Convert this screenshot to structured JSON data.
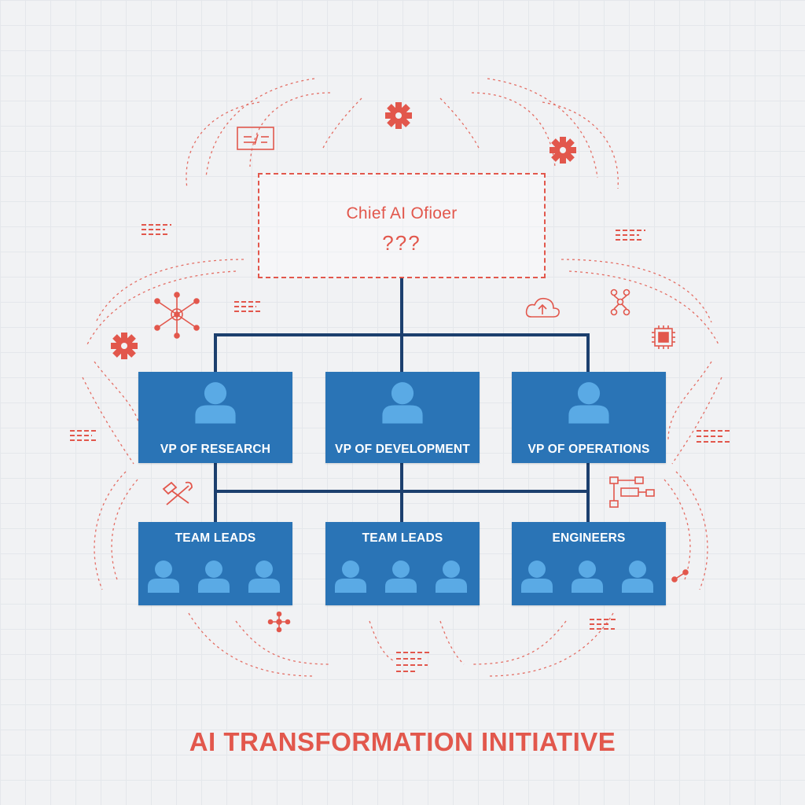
{
  "colors": {
    "accent": "#e2574c",
    "box_fill": "#2a74b6",
    "person_fill": "#5aaae5",
    "connector": "#1c3f6e",
    "background": "#f1f2f4"
  },
  "top_box": {
    "title": "Chief AI Ofioer",
    "question": "???"
  },
  "vp_boxes": [
    {
      "label": "VP OF RESEARCH"
    },
    {
      "label": "VP OF DEVELOPMENT"
    },
    {
      "label": "VP OF OPERATIONS"
    }
  ],
  "team_boxes": [
    {
      "label": "TEAM LEADS"
    },
    {
      "label": "TEAM LEADS"
    },
    {
      "label": "ENGINEERS"
    }
  ],
  "decor_icons": [
    "code-window-icon",
    "gear-icon",
    "network-node-icon",
    "cloud-upload-icon",
    "circuit-icon",
    "chip-icon",
    "tools-icon",
    "flowchart-icon",
    "text-lines-icon"
  ],
  "footer": {
    "title": "AI TRANSFORMATION INITIATIVE"
  }
}
